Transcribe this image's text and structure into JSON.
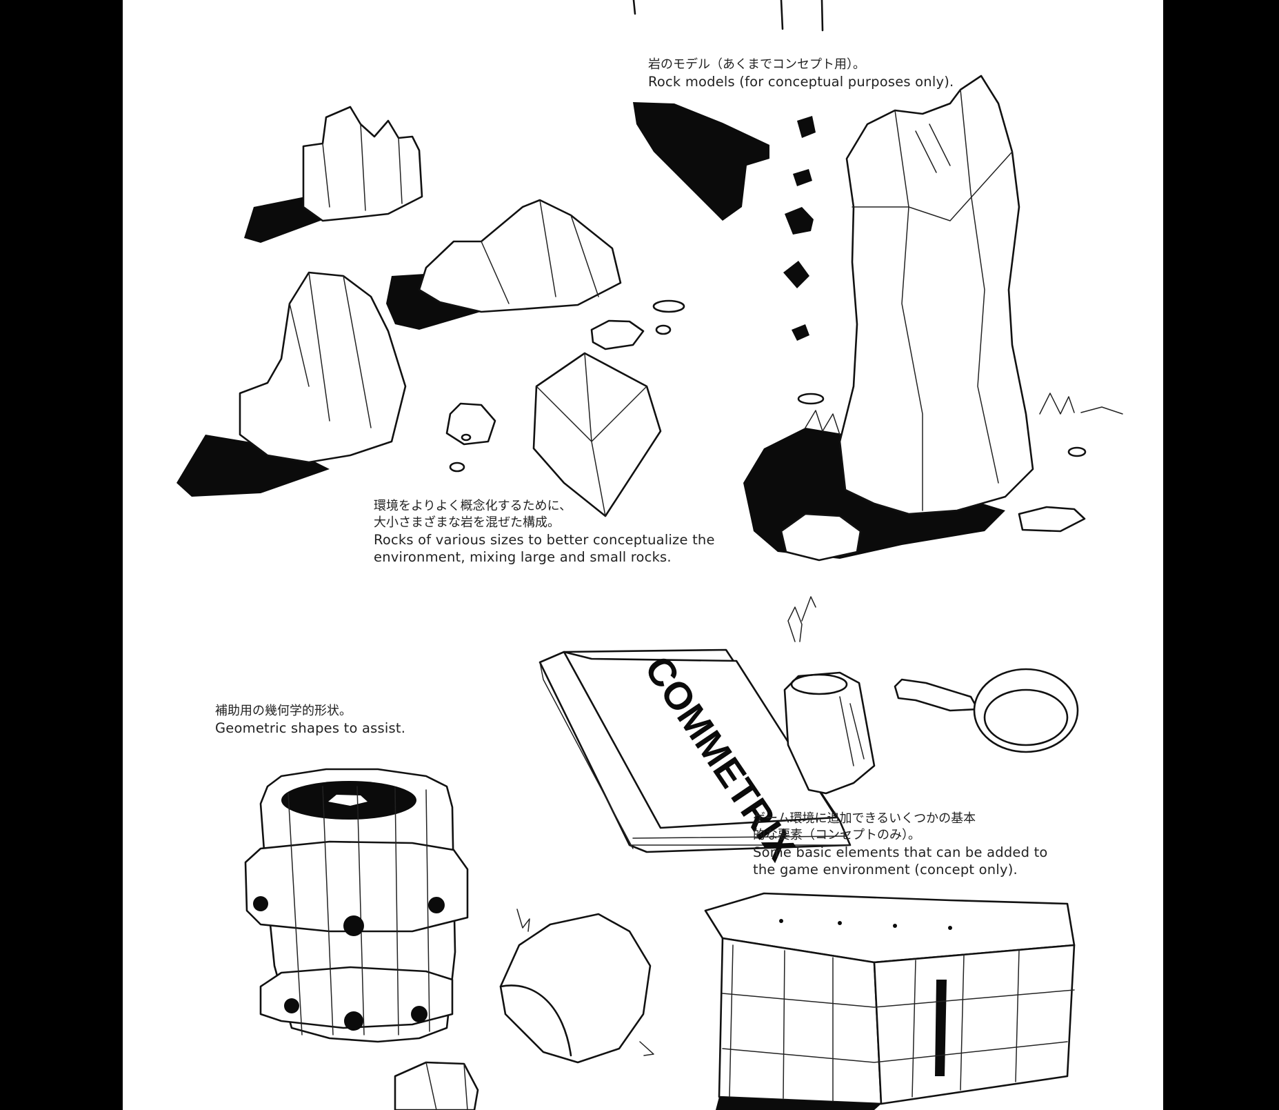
{
  "colors": {
    "background": "#000000",
    "paper": "#ffffff",
    "ink": "#111111"
  },
  "notes": {
    "rock_models": {
      "jp": "岩のモデル（あくまでコンセプト用）。",
      "en": "Rock models (for conceptual purposes only)."
    },
    "rock_sizes": {
      "jp_line1": "環境をよりよく概念化するために、",
      "jp_line2": "大小さまざまな岩を混ぜた構成。",
      "en_line1": "Rocks of various sizes to better conceptualize the",
      "en_line2": "environment, mixing large and small rocks."
    },
    "geometric": {
      "jp": "補助用の幾何学的形状。",
      "en": "Geometric shapes to assist."
    },
    "basic_elements": {
      "jp_line1": "ゲーム環境に追加できるいくつかの基本",
      "jp_line2": "的な要素（コンセプトのみ）。",
      "en_line1": "Some basic elements that can be added to",
      "en_line2": "the game environment (concept only)."
    }
  },
  "book": {
    "cover_text": "COMMETRIX"
  },
  "sketches": [
    "rock-group",
    "tall-rock-pillar",
    "falling-shards",
    "wooden-barrel",
    "book",
    "candle",
    "frying-pan",
    "cylinder-shape",
    "wooden-crate"
  ]
}
